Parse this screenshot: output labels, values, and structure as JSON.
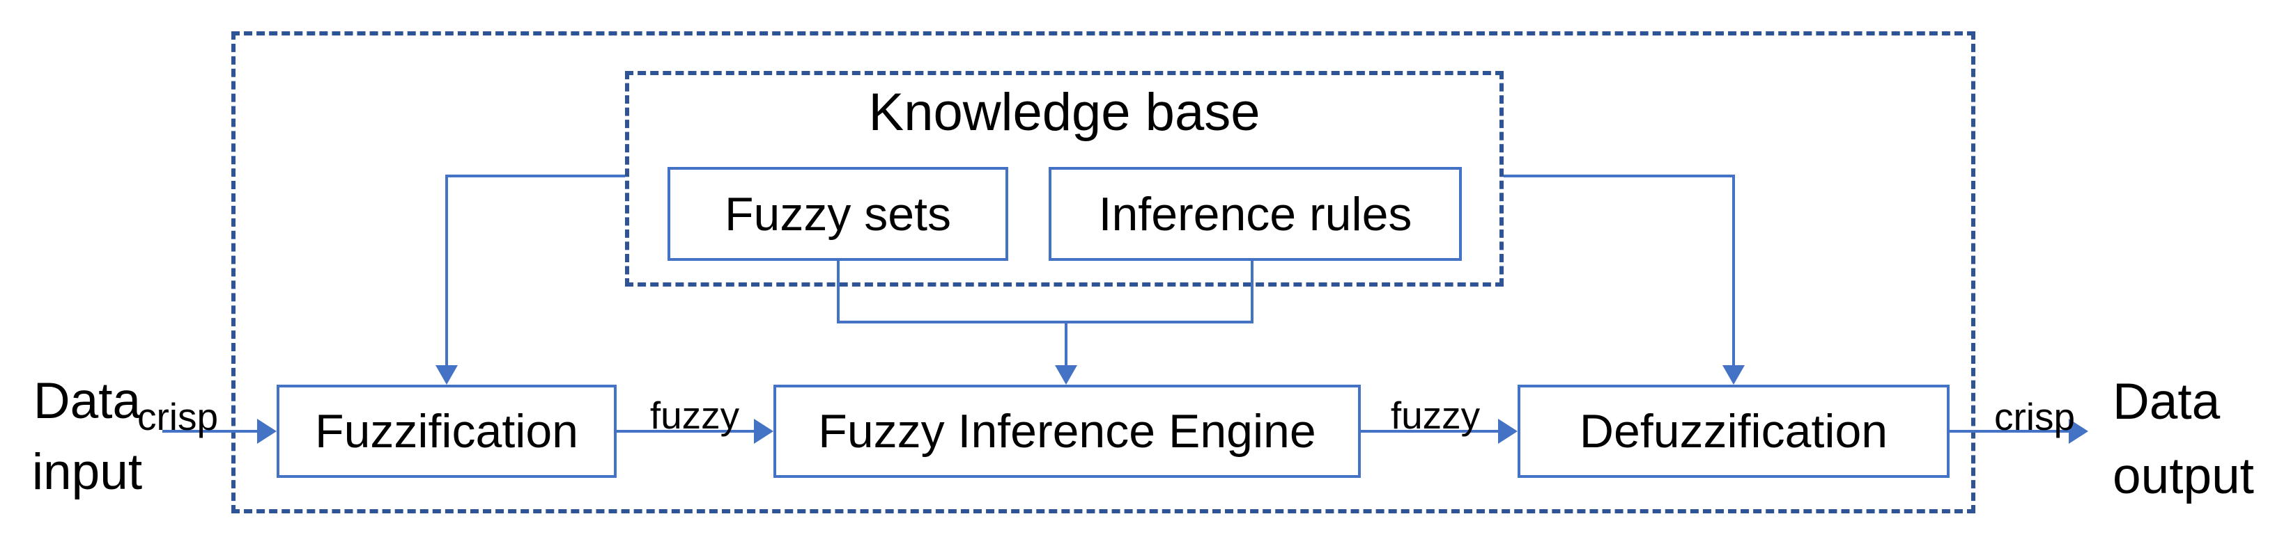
{
  "colors": {
    "solid_line": "#4472C4",
    "dashed_line": "#2F5496",
    "text": "#000000"
  },
  "knowledge_base": {
    "title": "Knowledge base",
    "fuzzy_sets_label": "Fuzzy sets",
    "inference_rules_label": "Inference rules"
  },
  "stages": {
    "fuzzification": "Fuzzification",
    "inference_engine": "Fuzzy Inference Engine",
    "defuzzification": "Defuzzification"
  },
  "io": {
    "input_line1": "Data",
    "input_line2": "input",
    "output_line1": "Data",
    "output_line2": "output"
  },
  "edge_labels": {
    "input_crisp": "crisp",
    "fuzzification_out": "fuzzy",
    "engine_out": "fuzzy",
    "output_crisp": "crisp"
  }
}
